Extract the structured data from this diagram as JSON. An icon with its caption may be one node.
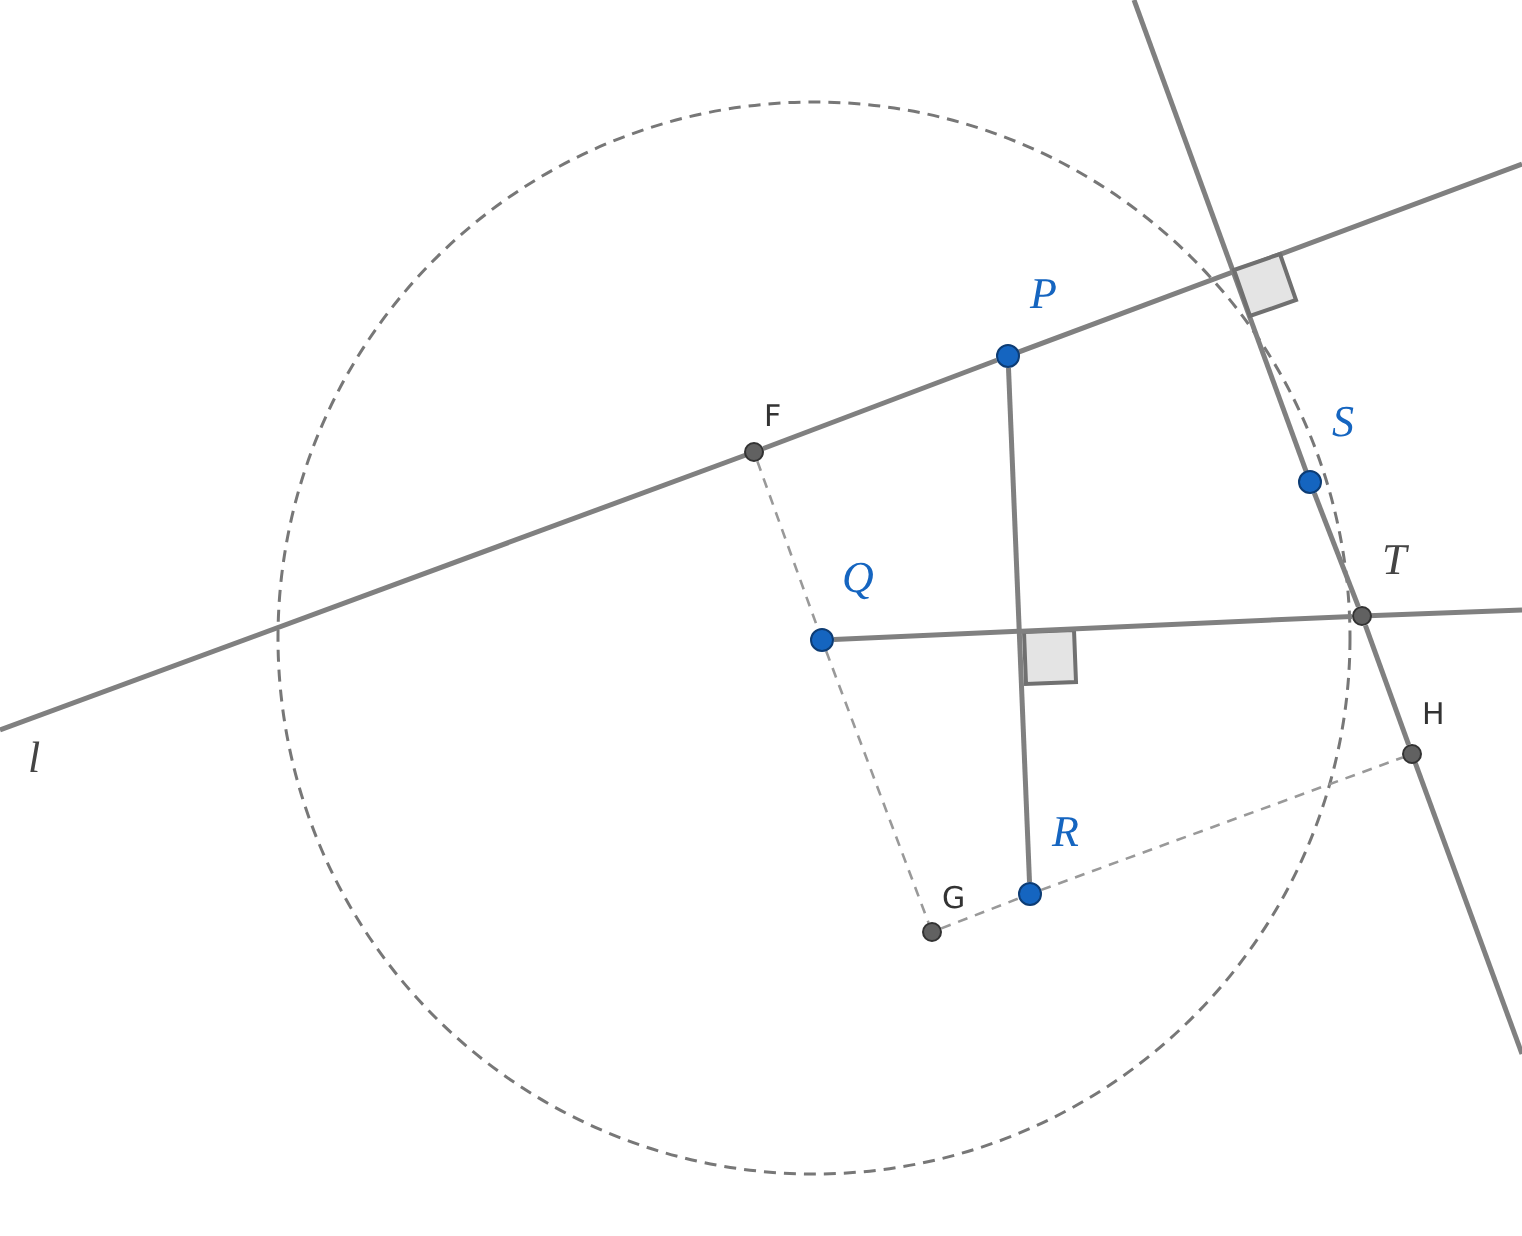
{
  "diagram": {
    "nodes": [
      {
        "text": [],
        "shape": "circle",
        "beside": [
          "P"
        ]
      },
      {
        "text": [],
        "shape": "circle",
        "beside": [
          "F"
        ]
      },
      {
        "text": [],
        "shape": "circle",
        "beside": [
          "S"
        ]
      },
      {
        "text": [],
        "shape": "circle",
        "beside": [
          "Q"
        ]
      },
      {
        "text": [],
        "shape": "circle",
        "beside": [
          "T"
        ]
      },
      {
        "text": [],
        "shape": "circle",
        "beside": [
          "H"
        ]
      },
      {
        "text": [],
        "shape": "circle",
        "beside": [
          "R"
        ]
      },
      {
        "text": [],
        "shape": "circle",
        "beside": [
          "G"
        ]
      }
    ],
    "edges": [
      {
        "from": 1,
        "to": 0,
        "arrow": "none"
      },
      {
        "from": 0,
        "to": 6,
        "arrow": "none"
      },
      {
        "from": 3,
        "to": 4,
        "arrow": "none"
      },
      {
        "from": 2,
        "to": 4,
        "arrow": "none"
      },
      {
        "from": 4,
        "to": 5,
        "arrow": "none"
      },
      {
        "from": 1,
        "to": 3,
        "arrow": "none",
        "style": "dashed"
      },
      {
        "from": 3,
        "to": 7,
        "arrow": "none",
        "style": "dashed"
      },
      {
        "from": 7,
        "to": 6,
        "arrow": "none",
        "style": "dashed"
      },
      {
        "from": 6,
        "to": 5,
        "arrow": "none",
        "style": "dashed"
      }
    ],
    "labels": [
      "l"
    ]
  }
}
